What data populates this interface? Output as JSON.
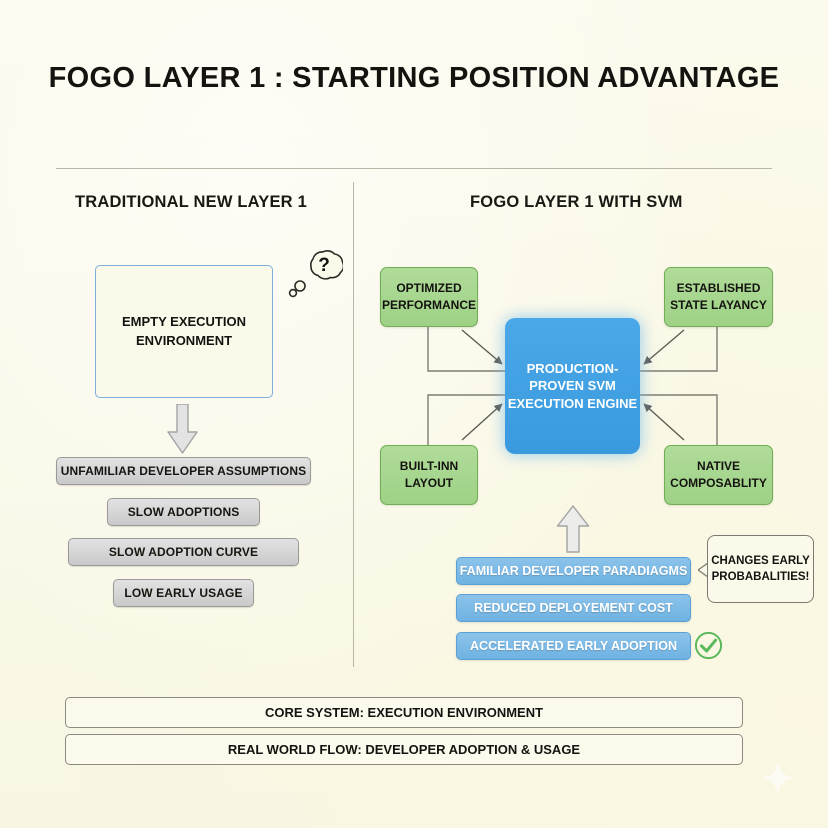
{
  "page": {
    "title": "FOGO LAYER 1 : STARTING POSITION ADVANTAGE",
    "background_color": "#fbf9ea"
  },
  "columns": {
    "left": {
      "heading": "TRADITIONAL NEW LAYER 1",
      "empty_box": {
        "label": "EMPTY EXECUTION ENVIRONMENT",
        "border_color": "#7eb0de"
      },
      "thought_bubble": {
        "glyph": "?",
        "name": "question-mark"
      },
      "flow_arrow": "arrow-down",
      "outcome_bars": [
        {
          "label": "UNFAMILIAR DEVELOPER ASSUMPTIONS"
        },
        {
          "label": "SLOW ADOPTIONS"
        },
        {
          "label": "SLOW ADOPTION CURVE"
        },
        {
          "label": "LOW EARLY USAGE"
        }
      ],
      "bar_color": "#d6d6d6"
    },
    "right": {
      "heading": "FOGO LAYER 1 WITH SVM",
      "center_node": {
        "label": "PRODUCTION-PROVEN SVM EXECUTION ENGINE",
        "color": "#3f9fe0"
      },
      "feature_nodes": [
        {
          "position": "top-left",
          "label": "OPTIMIZED PERFORMANCE"
        },
        {
          "position": "top-right",
          "label": "ESTABLISHED STATE LAYANCY"
        },
        {
          "position": "bottom-left",
          "label": "BUILT-INN LAYOUT"
        },
        {
          "position": "bottom-right",
          "label": "NATIVE COMPOSABLITY"
        }
      ],
      "feature_color": "#a4d48c",
      "flow_arrow": "arrow-up",
      "outcome_bars": [
        {
          "label": "FAMILIAR DEVELOPER PARADIAGMS"
        },
        {
          "label": "REDUCED DEPLOYEMENT COST"
        },
        {
          "label": "ACCELERATED EARLY ADOPTION"
        }
      ],
      "bar_color": "#78b7e4",
      "callout": {
        "label": "CHANGES EARLY PROBABALITIES!"
      },
      "check_badge": {
        "name": "check-circle",
        "color": "#5cb85c"
      }
    }
  },
  "footer_bars": [
    {
      "label": "CORE SYSTEM: EXECUTION ENVIRONMENT"
    },
    {
      "label": "REAL WORLD FLOW: DEVELOPER ADOPTION & USAGE"
    }
  ]
}
